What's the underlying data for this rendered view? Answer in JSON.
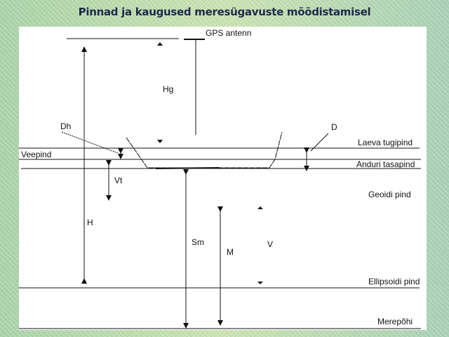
{
  "title": "Pinnad ja kaugused meresügavuste mõõdistamisel",
  "surfaces": {
    "gps": "GPS antenn",
    "ship_ref": "Laeva tugipind",
    "water": "Veepind",
    "sensor": "Anduri tasapind",
    "geoid": "Geoidi pind",
    "ellipsoid": "Ellipsoidi pind",
    "seabed": "Merepõhi"
  },
  "distances": {
    "hg": "Hg",
    "dh": "Dh",
    "d": "D",
    "vt": "Vt",
    "h": "H",
    "sm": "Sm",
    "m": "M",
    "v": "V"
  }
}
